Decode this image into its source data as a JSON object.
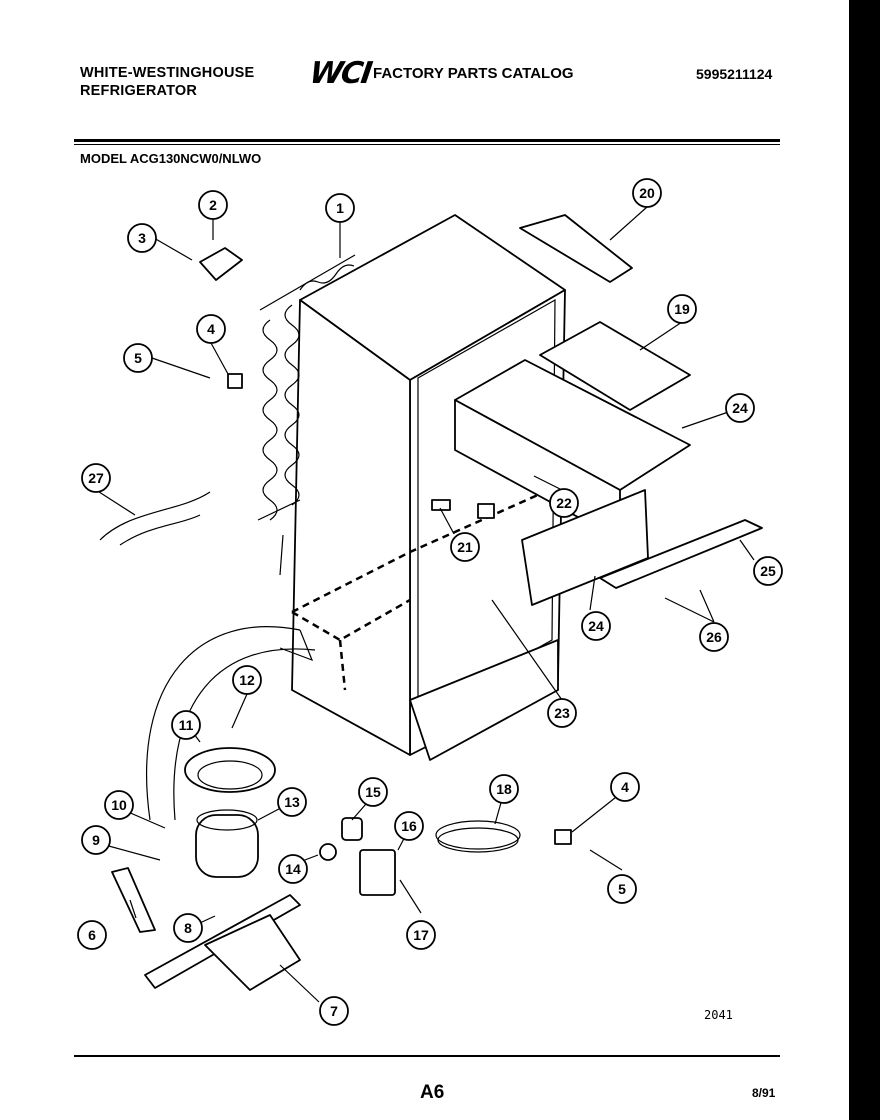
{
  "header": {
    "brand_line1": "WHITE-WESTINGHOUSE",
    "brand_line2": "REFRIGERATOR",
    "logo": "WCI",
    "catalog_title": "FACTORY PARTS CATALOG",
    "catalog_number": "5995211124"
  },
  "model": "MODEL ACG130NCW0/NLWO",
  "callouts": [
    "1",
    "2",
    "3",
    "4",
    "5",
    "6",
    "7",
    "8",
    "9",
    "10",
    "11",
    "12",
    "13",
    "14",
    "15",
    "16",
    "17",
    "18",
    "19",
    "20",
    "21",
    "22",
    "23",
    "24",
    "25",
    "26",
    "27"
  ],
  "callout_labels": {
    "c1": "1",
    "c2": "2",
    "c3": "3",
    "c4a": "4",
    "c4b": "4",
    "c5a": "5",
    "c5b": "5",
    "c6": "6",
    "c7": "7",
    "c8": "8",
    "c9": "9",
    "c10": "10",
    "c11": "11",
    "c12": "12",
    "c13": "13",
    "c14": "14",
    "c15": "15",
    "c16": "16",
    "c17": "17",
    "c18": "18",
    "c19": "19",
    "c20": "20",
    "c21": "21",
    "c22": "22",
    "c23": "23",
    "c24a": "24",
    "c24b": "24",
    "c25": "25",
    "c26": "26",
    "c27": "27"
  },
  "drawing_number": "2041",
  "footer": {
    "page": "A6",
    "date": "8/91"
  }
}
